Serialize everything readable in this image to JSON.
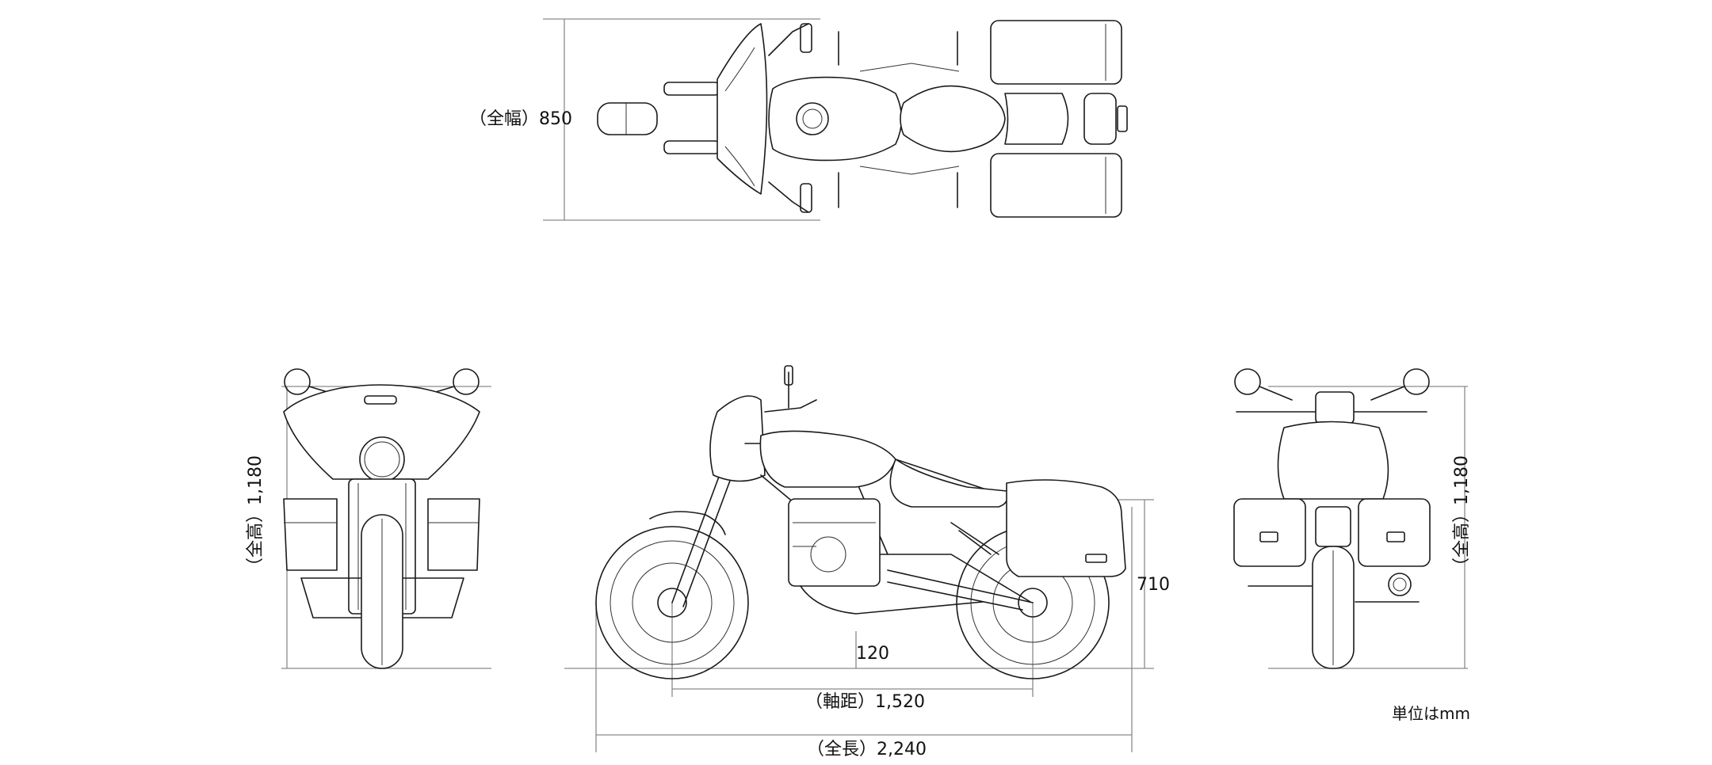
{
  "dimensions": {
    "overall_width": "（全幅）850",
    "overall_height_front": "（全高）1,180",
    "overall_height_rear": "（全高）1,180",
    "seat_height": "710",
    "ground_clearance": "120",
    "wheelbase": "（軸距）1,520",
    "overall_length": "（全長）2,240"
  },
  "unit_note": "単位はmm",
  "views": {
    "top": "top-view",
    "front": "front-view",
    "side": "side-view",
    "rear": "rear-view"
  }
}
